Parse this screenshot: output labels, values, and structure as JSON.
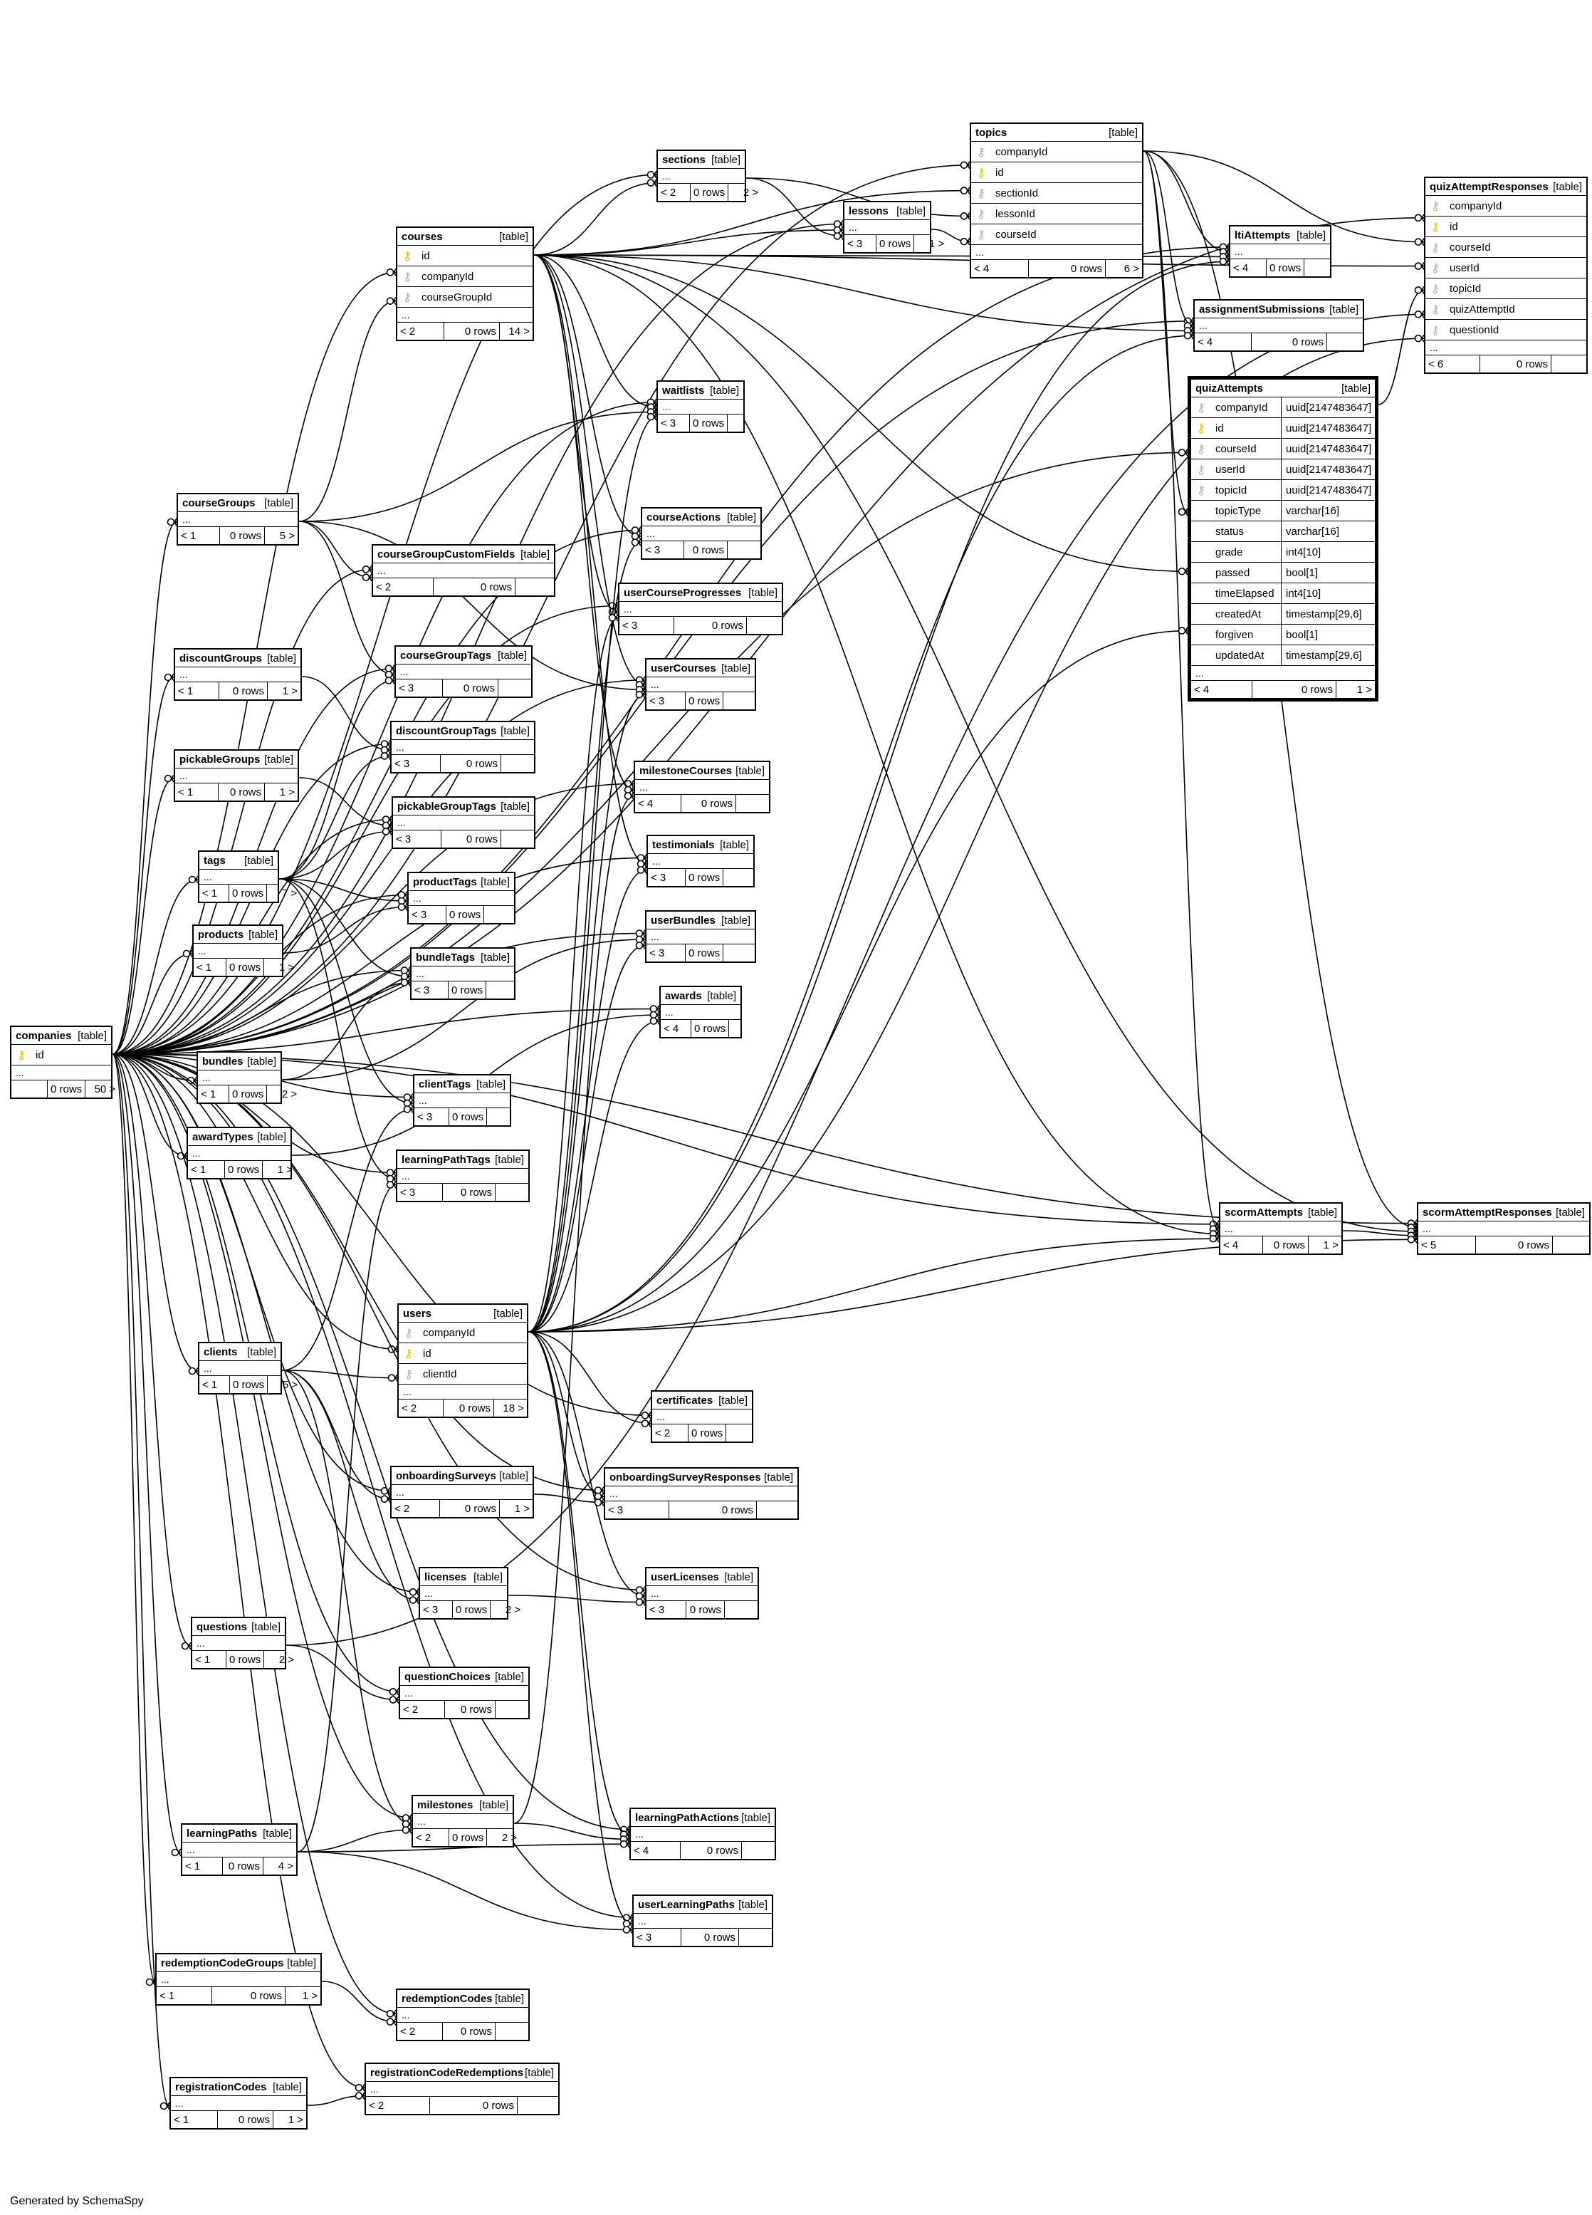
{
  "footer": "Generated by SchemaSpy",
  "tables": [
    {
      "id": "companies",
      "name": "companies",
      "tag": "[table]",
      "columns": [
        {
          "name": "id",
          "key": "pk"
        }
      ],
      "parents": "",
      "rows": "0 rows",
      "children": "50 >"
    },
    {
      "id": "topics",
      "name": "topics",
      "tag": "[table]",
      "columns": [
        {
          "name": "companyId",
          "key": "fk"
        },
        {
          "name": "id",
          "key": "pk"
        },
        {
          "name": "sectionId",
          "key": "fk"
        },
        {
          "name": "lessonId",
          "key": "fk"
        },
        {
          "name": "courseId",
          "key": "fk"
        }
      ],
      "parents": "< 4",
      "rows": "0 rows",
      "children": "6 >"
    },
    {
      "id": "sections",
      "name": "sections",
      "tag": "[table]",
      "columns": [],
      "parents": "< 2",
      "rows": "0 rows",
      "children": "2 >"
    },
    {
      "id": "lessons",
      "name": "lessons",
      "tag": "[table]",
      "columns": [],
      "parents": "< 3",
      "rows": "0 rows",
      "children": "1 >"
    },
    {
      "id": "courses",
      "name": "courses",
      "tag": "[table]",
      "columns": [
        {
          "name": "id",
          "key": "pk"
        },
        {
          "name": "companyId",
          "key": "fk"
        },
        {
          "name": "courseGroupId",
          "key": "fk"
        }
      ],
      "parents": "< 2",
      "rows": "0 rows",
      "children": "14 >"
    },
    {
      "id": "quizAttemptResponses",
      "name": "quizAttemptResponses",
      "tag": "[table]",
      "columns": [
        {
          "name": "companyId",
          "key": "fk"
        },
        {
          "name": "id",
          "key": "pk"
        },
        {
          "name": "courseId",
          "key": "fk"
        },
        {
          "name": "userId",
          "key": "fk"
        },
        {
          "name": "topicId",
          "key": "fk"
        },
        {
          "name": "quizAttemptId",
          "key": "fk"
        },
        {
          "name": "questionId",
          "key": "fk"
        }
      ],
      "parents": "< 6",
      "rows": "0 rows",
      "children": ""
    },
    {
      "id": "ltiAttempts",
      "name": "ltiAttempts",
      "tag": "[table]",
      "columns": [],
      "parents": "< 4",
      "rows": "0 rows",
      "children": ""
    },
    {
      "id": "assignmentSubmissions",
      "name": "assignmentSubmissions",
      "tag": "[table]",
      "columns": [],
      "parents": "< 4",
      "rows": "0 rows",
      "children": ""
    },
    {
      "id": "quizAttempts",
      "name": "quizAttempts",
      "tag": "[table]",
      "focus": true,
      "columns": [
        {
          "name": "companyId",
          "key": "fk",
          "type": "uuid[2147483647]"
        },
        {
          "name": "id",
          "key": "pk",
          "type": "uuid[2147483647]"
        },
        {
          "name": "courseId",
          "key": "fk",
          "type": "uuid[2147483647]"
        },
        {
          "name": "userId",
          "key": "fk",
          "type": "uuid[2147483647]"
        },
        {
          "name": "topicId",
          "key": "fk",
          "type": "uuid[2147483647]"
        },
        {
          "name": "topicType",
          "key": "",
          "type": "varchar[16]"
        },
        {
          "name": "status",
          "key": "",
          "type": "varchar[16]"
        },
        {
          "name": "grade",
          "key": "",
          "type": "int4[10]"
        },
        {
          "name": "passed",
          "key": "",
          "type": "bool[1]"
        },
        {
          "name": "timeElapsed",
          "key": "",
          "type": "int4[10]"
        },
        {
          "name": "createdAt",
          "key": "",
          "type": "timestamp[29,6]"
        },
        {
          "name": "forgiven",
          "key": "",
          "type": "bool[1]"
        },
        {
          "name": "updatedAt",
          "key": "",
          "type": "timestamp[29,6]"
        }
      ],
      "parents": "< 4",
      "rows": "0 rows",
      "children": "1 >"
    },
    {
      "id": "waitlists",
      "name": "waitlists",
      "tag": "[table]",
      "columns": [],
      "parents": "< 3",
      "rows": "0 rows",
      "children": ""
    },
    {
      "id": "courseGroups",
      "name": "courseGroups",
      "tag": "[table]",
      "columns": [],
      "parents": "< 1",
      "rows": "0 rows",
      "children": "5 >"
    },
    {
      "id": "courseActions",
      "name": "courseActions",
      "tag": "[table]",
      "columns": [],
      "parents": "< 3",
      "rows": "0 rows",
      "children": ""
    },
    {
      "id": "courseGroupCustomFields",
      "name": "courseGroupCustomFields",
      "tag": "[table]",
      "columns": [],
      "parents": "< 2",
      "rows": "0 rows",
      "children": ""
    },
    {
      "id": "userCourseProgresses",
      "name": "userCourseProgresses",
      "tag": "[table]",
      "columns": [],
      "parents": "< 3",
      "rows": "0 rows",
      "children": ""
    },
    {
      "id": "discountGroups",
      "name": "discountGroups",
      "tag": "[table]",
      "columns": [],
      "parents": "< 1",
      "rows": "0 rows",
      "children": "1 >"
    },
    {
      "id": "courseGroupTags",
      "name": "courseGroupTags",
      "tag": "[table]",
      "columns": [],
      "parents": "< 3",
      "rows": "0 rows",
      "children": ""
    },
    {
      "id": "userCourses",
      "name": "userCourses",
      "tag": "[table]",
      "columns": [],
      "parents": "< 3",
      "rows": "0 rows",
      "children": ""
    },
    {
      "id": "discountGroupTags",
      "name": "discountGroupTags",
      "tag": "[table]",
      "columns": [],
      "parents": "< 3",
      "rows": "0 rows",
      "children": ""
    },
    {
      "id": "pickableGroups",
      "name": "pickableGroups",
      "tag": "[table]",
      "columns": [],
      "parents": "< 1",
      "rows": "0 rows",
      "children": "1 >"
    },
    {
      "id": "milestoneCourses",
      "name": "milestoneCourses",
      "tag": "[table]",
      "columns": [],
      "parents": "< 4",
      "rows": "0 rows",
      "children": ""
    },
    {
      "id": "pickableGroupTags",
      "name": "pickableGroupTags",
      "tag": "[table]",
      "columns": [],
      "parents": "< 3",
      "rows": "0 rows",
      "children": ""
    },
    {
      "id": "tags",
      "name": "tags",
      "tag": "[table]",
      "columns": [],
      "parents": "< 1",
      "rows": "0 rows",
      "children": "7 >"
    },
    {
      "id": "testimonials",
      "name": "testimonials",
      "tag": "[table]",
      "columns": [],
      "parents": "< 3",
      "rows": "0 rows",
      "children": ""
    },
    {
      "id": "productTags",
      "name": "productTags",
      "tag": "[table]",
      "columns": [],
      "parents": "< 3",
      "rows": "0 rows",
      "children": ""
    },
    {
      "id": "userBundles",
      "name": "userBundles",
      "tag": "[table]",
      "columns": [],
      "parents": "< 3",
      "rows": "0 rows",
      "children": ""
    },
    {
      "id": "products",
      "name": "products",
      "tag": "[table]",
      "columns": [],
      "parents": "< 1",
      "rows": "0 rows",
      "children": "1 >"
    },
    {
      "id": "bundleTags",
      "name": "bundleTags",
      "tag": "[table]",
      "columns": [],
      "parents": "< 3",
      "rows": "0 rows",
      "children": ""
    },
    {
      "id": "awards",
      "name": "awards",
      "tag": "[table]",
      "columns": [],
      "parents": "< 4",
      "rows": "0 rows",
      "children": ""
    },
    {
      "id": "bundles",
      "name": "bundles",
      "tag": "[table]",
      "columns": [],
      "parents": "< 1",
      "rows": "0 rows",
      "children": "2 >"
    },
    {
      "id": "clientTags",
      "name": "clientTags",
      "tag": "[table]",
      "columns": [],
      "parents": "< 3",
      "rows": "0 rows",
      "children": ""
    },
    {
      "id": "awardTypes",
      "name": "awardTypes",
      "tag": "[table]",
      "columns": [],
      "parents": "< 1",
      "rows": "0 rows",
      "children": "1 >"
    },
    {
      "id": "learningPathTags",
      "name": "learningPathTags",
      "tag": "[table]",
      "columns": [],
      "parents": "< 3",
      "rows": "0 rows",
      "children": ""
    },
    {
      "id": "scormAttempts",
      "name": "scormAttempts",
      "tag": "[table]",
      "columns": [],
      "parents": "< 4",
      "rows": "0 rows",
      "children": "1 >"
    },
    {
      "id": "scormAttemptResponses",
      "name": "scormAttemptResponses",
      "tag": "[table]",
      "columns": [],
      "parents": "< 5",
      "rows": "0 rows",
      "children": ""
    },
    {
      "id": "users",
      "name": "users",
      "tag": "[table]",
      "columns": [
        {
          "name": "companyId",
          "key": "fk"
        },
        {
          "name": "id",
          "key": "pk"
        },
        {
          "name": "clientId",
          "key": "fk"
        }
      ],
      "parents": "< 2",
      "rows": "0 rows",
      "children": "18 >"
    },
    {
      "id": "clients",
      "name": "clients",
      "tag": "[table]",
      "columns": [],
      "parents": "< 1",
      "rows": "0 rows",
      "children": "5 >"
    },
    {
      "id": "certificates",
      "name": "certificates",
      "tag": "[table]",
      "columns": [],
      "parents": "< 2",
      "rows": "0 rows",
      "children": ""
    },
    {
      "id": "onboardingSurveys",
      "name": "onboardingSurveys",
      "tag": "[table]",
      "columns": [],
      "parents": "< 2",
      "rows": "0 rows",
      "children": "1 >"
    },
    {
      "id": "onboardingSurveyResponses",
      "name": "onboardingSurveyResponses",
      "tag": "[table]",
      "columns": [],
      "parents": "< 3",
      "rows": "0 rows",
      "children": ""
    },
    {
      "id": "licenses",
      "name": "licenses",
      "tag": "[table]",
      "columns": [],
      "parents": "< 3",
      "rows": "0 rows",
      "children": "2 >"
    },
    {
      "id": "userLicenses",
      "name": "userLicenses",
      "tag": "[table]",
      "columns": [],
      "parents": "< 3",
      "rows": "0 rows",
      "children": ""
    },
    {
      "id": "questions",
      "name": "questions",
      "tag": "[table]",
      "columns": [],
      "parents": "< 1",
      "rows": "0 rows",
      "children": "2 >"
    },
    {
      "id": "questionChoices",
      "name": "questionChoices",
      "tag": "[table]",
      "columns": [],
      "parents": "< 2",
      "rows": "0 rows",
      "children": ""
    },
    {
      "id": "milestones",
      "name": "milestones",
      "tag": "[table]",
      "columns": [],
      "parents": "< 2",
      "rows": "0 rows",
      "children": "2 >"
    },
    {
      "id": "learningPathActions",
      "name": "learningPathActions",
      "tag": "[table]",
      "columns": [],
      "parents": "< 4",
      "rows": "0 rows",
      "children": ""
    },
    {
      "id": "learningPaths",
      "name": "learningPaths",
      "tag": "[table]",
      "columns": [],
      "parents": "< 1",
      "rows": "0 rows",
      "children": "4 >"
    },
    {
      "id": "userLearningPaths",
      "name": "userLearningPaths",
      "tag": "[table]",
      "columns": [],
      "parents": "< 3",
      "rows": "0 rows",
      "children": ""
    },
    {
      "id": "redemptionCodeGroups",
      "name": "redemptionCodeGroups",
      "tag": "[table]",
      "columns": [],
      "parents": "< 1",
      "rows": "0 rows",
      "children": "1 >"
    },
    {
      "id": "redemptionCodes",
      "name": "redemptionCodes",
      "tag": "[table]",
      "columns": [],
      "parents": "< 2",
      "rows": "0 rows",
      "children": ""
    },
    {
      "id": "registrationCodeRedemptions",
      "name": "registrationCodeRedemptions",
      "tag": "[table]",
      "columns": [],
      "parents": "< 2",
      "rows": "0 rows",
      "children": ""
    },
    {
      "id": "registrationCodes",
      "name": "registrationCodes",
      "tag": "[table]",
      "columns": [],
      "parents": "< 1",
      "rows": "0 rows",
      "children": "1 >"
    }
  ],
  "relationships": [
    [
      "companies",
      "topics"
    ],
    [
      "companies",
      "sections"
    ],
    [
      "companies",
      "lessons"
    ],
    [
      "companies",
      "courses"
    ],
    [
      "companies",
      "quizAttemptResponses"
    ],
    [
      "companies",
      "ltiAttempts"
    ],
    [
      "companies",
      "assignmentSubmissions"
    ],
    [
      "companies",
      "quizAttempts"
    ],
    [
      "companies",
      "waitlists"
    ],
    [
      "companies",
      "courseGroups"
    ],
    [
      "companies",
      "courseActions"
    ],
    [
      "companies",
      "courseGroupCustomFields"
    ],
    [
      "companies",
      "userCourseProgresses"
    ],
    [
      "companies",
      "discountGroups"
    ],
    [
      "companies",
      "courseGroupTags"
    ],
    [
      "companies",
      "userCourses"
    ],
    [
      "companies",
      "discountGroupTags"
    ],
    [
      "companies",
      "pickableGroups"
    ],
    [
      "companies",
      "milestoneCourses"
    ],
    [
      "companies",
      "pickableGroupTags"
    ],
    [
      "companies",
      "tags"
    ],
    [
      "companies",
      "testimonials"
    ],
    [
      "companies",
      "productTags"
    ],
    [
      "companies",
      "userBundles"
    ],
    [
      "companies",
      "products"
    ],
    [
      "companies",
      "bundleTags"
    ],
    [
      "companies",
      "awards"
    ],
    [
      "companies",
      "bundles"
    ],
    [
      "companies",
      "clientTags"
    ],
    [
      "companies",
      "awardTypes"
    ],
    [
      "companies",
      "learningPathTags"
    ],
    [
      "companies",
      "scormAttempts"
    ],
    [
      "companies",
      "scormAttemptResponses"
    ],
    [
      "companies",
      "users"
    ],
    [
      "companies",
      "clients"
    ],
    [
      "companies",
      "certificates"
    ],
    [
      "companies",
      "onboardingSurveys"
    ],
    [
      "companies",
      "onboardingSurveyResponses"
    ],
    [
      "companies",
      "licenses"
    ],
    [
      "companies",
      "userLicenses"
    ],
    [
      "companies",
      "questions"
    ],
    [
      "companies",
      "questionChoices"
    ],
    [
      "companies",
      "milestones"
    ],
    [
      "companies",
      "learningPathActions"
    ],
    [
      "companies",
      "learningPaths"
    ],
    [
      "companies",
      "userLearningPaths"
    ],
    [
      "companies",
      "redemptionCodeGroups"
    ],
    [
      "companies",
      "redemptionCodes"
    ],
    [
      "companies",
      "registrationCodeRedemptions"
    ],
    [
      "companies",
      "registrationCodes"
    ],
    [
      "courses",
      "sections"
    ],
    [
      "courses",
      "lessons"
    ],
    [
      "courses",
      "topics"
    ],
    [
      "sections",
      "lessons"
    ],
    [
      "sections",
      "topics"
    ],
    [
      "lessons",
      "topics"
    ],
    [
      "topics",
      "quizAttempts"
    ],
    [
      "topics",
      "quizAttemptResponses"
    ],
    [
      "topics",
      "ltiAttempts"
    ],
    [
      "topics",
      "assignmentSubmissions"
    ],
    [
      "topics",
      "scormAttempts"
    ],
    [
      "topics",
      "scormAttemptResponses"
    ],
    [
      "courses",
      "quizAttempts"
    ],
    [
      "courses",
      "quizAttemptResponses"
    ],
    [
      "courses",
      "ltiAttempts"
    ],
    [
      "courses",
      "assignmentSubmissions"
    ],
    [
      "courses",
      "waitlists"
    ],
    [
      "courses",
      "courseActions"
    ],
    [
      "courses",
      "userCourseProgresses"
    ],
    [
      "courses",
      "userCourses"
    ],
    [
      "courses",
      "milestoneCourses"
    ],
    [
      "courses",
      "testimonials"
    ],
    [
      "courses",
      "scormAttempts"
    ],
    [
      "courses",
      "scormAttemptResponses"
    ],
    [
      "quizAttempts",
      "quizAttemptResponses"
    ],
    [
      "scormAttempts",
      "scormAttemptResponses"
    ],
    [
      "questions",
      "quizAttemptResponses"
    ],
    [
      "courseGroups",
      "courses"
    ],
    [
      "courseGroups",
      "courseGroupCustomFields"
    ],
    [
      "courseGroups",
      "courseGroupTags"
    ],
    [
      "courseGroups",
      "waitlists"
    ],
    [
      "courseGroups",
      "userCourses"
    ],
    [
      "discountGroups",
      "discountGroupTags"
    ],
    [
      "pickableGroups",
      "pickableGroupTags"
    ],
    [
      "tags",
      "courseGroupTags"
    ],
    [
      "tags",
      "discountGroupTags"
    ],
    [
      "tags",
      "pickableGroupTags"
    ],
    [
      "tags",
      "productTags"
    ],
    [
      "tags",
      "bundleTags"
    ],
    [
      "tags",
      "clientTags"
    ],
    [
      "tags",
      "learningPathTags"
    ],
    [
      "products",
      "productTags"
    ],
    [
      "bundles",
      "bundleTags"
    ],
    [
      "bundles",
      "userBundles"
    ],
    [
      "awardTypes",
      "awards"
    ],
    [
      "users",
      "quizAttempts"
    ],
    [
      "users",
      "quizAttemptResponses"
    ],
    [
      "users",
      "ltiAttempts"
    ],
    [
      "users",
      "assignmentSubmissions"
    ],
    [
      "users",
      "scormAttempts"
    ],
    [
      "users",
      "scormAttemptResponses"
    ],
    [
      "users",
      "waitlists"
    ],
    [
      "users",
      "courseActions"
    ],
    [
      "users",
      "userCourseProgresses"
    ],
    [
      "users",
      "userCourses"
    ],
    [
      "users",
      "testimonials"
    ],
    [
      "users",
      "userBundles"
    ],
    [
      "users",
      "awards"
    ],
    [
      "users",
      "certificates"
    ],
    [
      "users",
      "onboardingSurveyResponses"
    ],
    [
      "users",
      "userLicenses"
    ],
    [
      "users",
      "learningPathActions"
    ],
    [
      "users",
      "userLearningPaths"
    ],
    [
      "clients",
      "users"
    ],
    [
      "clients",
      "clientTags"
    ],
    [
      "clients",
      "onboardingSurveys"
    ],
    [
      "clients",
      "licenses"
    ],
    [
      "clients",
      "milestones"
    ],
    [
      "onboardingSurveys",
      "onboardingSurveyResponses"
    ],
    [
      "licenses",
      "userLicenses"
    ],
    [
      "questions",
      "questionChoices"
    ],
    [
      "milestones",
      "milestoneCourses"
    ],
    [
      "milestones",
      "learningPathActions"
    ],
    [
      "learningPaths",
      "learningPathTags"
    ],
    [
      "learningPaths",
      "milestones"
    ],
    [
      "learningPaths",
      "learningPathActions"
    ],
    [
      "learningPaths",
      "userLearningPaths"
    ],
    [
      "redemptionCodeGroups",
      "redemptionCodes"
    ],
    [
      "registrationCodes",
      "registrationCodeRedemptions"
    ]
  ]
}
